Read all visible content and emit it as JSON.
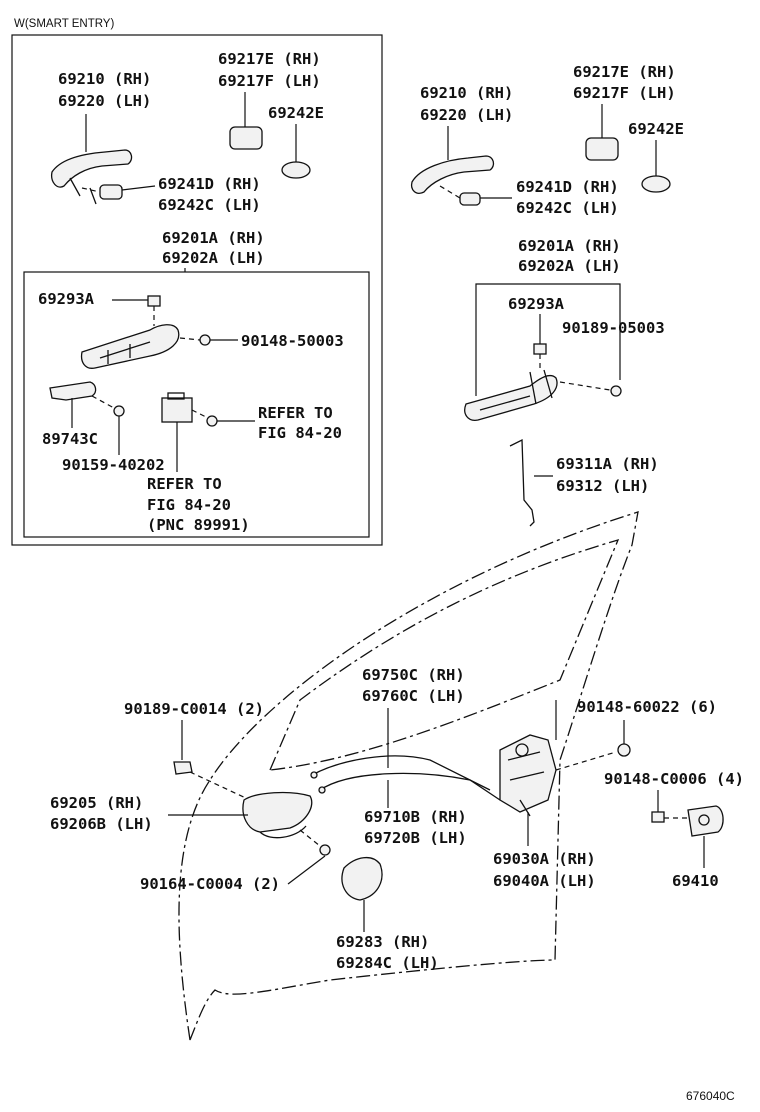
{
  "inset_title": "W(SMART ENTRY)",
  "figure_code": "676040C",
  "inset": {
    "handle_rh": "69210 (RH)",
    "handle_lh": "69220 (LH)",
    "cap_e": "69217E (RH)",
    "cap_f": "69217F (LH)",
    "pad": "69242E",
    "cover_rh": "69241D (RH)",
    "cover_lh": "69242C (LH)",
    "frame_rh": "69201A (RH)",
    "frame_lh": "69202A (LH)",
    "clip": "69293A",
    "screw": "90148-50003",
    "sensor": "89743C",
    "bolt": "90159-40202",
    "refer_a1": "REFER TO",
    "refer_a2": "FIG 84-20",
    "refer_b1": "REFER TO",
    "refer_b2": "FIG 84-20",
    "refer_b3": "(PNC 89991)"
  },
  "main": {
    "handle_rh": "69210 (RH)",
    "handle_lh": "69220 (LH)",
    "cap_e": "69217E (RH)",
    "cap_f": "69217F (LH)",
    "pad": "69242E",
    "cover_rh": "69241D (RH)",
    "cover_lh": "69242C (LH)",
    "frame_rh": "69201A (RH)",
    "frame_lh": "69202A (LH)",
    "clip": "69293A",
    "screw": "90189-05003",
    "rod_rh": "69311A (RH)",
    "rod_lh": "69312 (LH)",
    "cable1_rh": "69750C (RH)",
    "cable1_lh": "69760C (LH)",
    "clip2": "90189-C0014 (2)",
    "screw2": "90148-60022 (6)",
    "screw3": "90148-C0006 (4)",
    "inner_handle_rh": "69205 (RH)",
    "inner_handle_lh": "69206B (LH)",
    "cable2_rh": "69710B (RH)",
    "cable2_lh": "69720B (LH)",
    "lock_rh": "69030A (RH)",
    "lock_lh": "69040A (LH)",
    "striker": "69410",
    "screw4": "90164-C0004 (2)",
    "bezel_rh": "69283 (RH)",
    "bezel_lh": "69284C (LH)"
  }
}
